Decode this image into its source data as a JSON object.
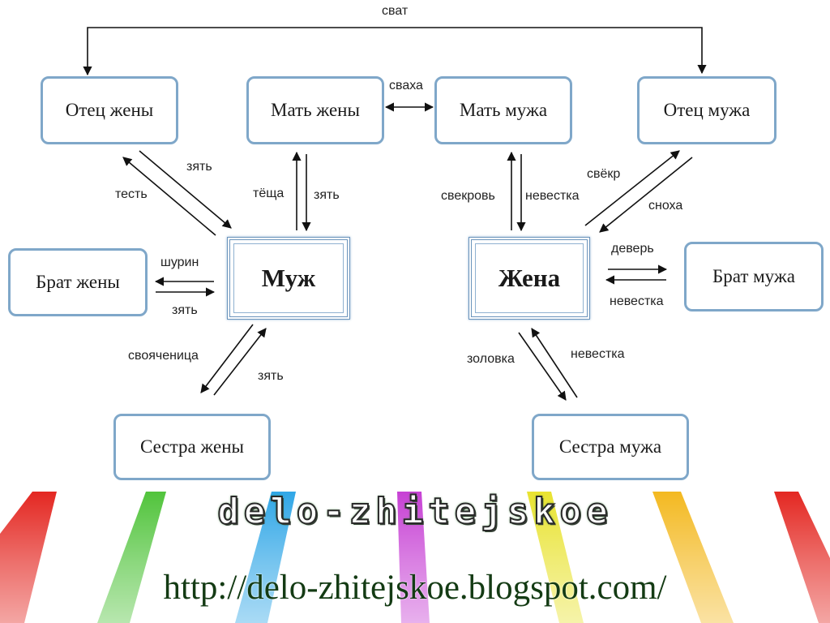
{
  "nodes": {
    "wife_father": "Отец жены",
    "wife_mother": "Мать жены",
    "husband_mother": "Мать мужа",
    "husband_father": "Отец мужа",
    "husband": "Муж",
    "wife": "Жена",
    "wife_brother": "Брат жены",
    "husband_brother": "Брат мужа",
    "wife_sister": "Сестра жены",
    "husband_sister": "Сестра мужа"
  },
  "edges": {
    "svat": "сват",
    "svakha": "сваха",
    "zyat_wf": "зять",
    "test": "тесть",
    "tyoshcha": "тёща",
    "zyat_wm": "зять",
    "svekrov": "свекровь",
    "nevestka_hm": "невестка",
    "svyokr": "свёкр",
    "snokha": "сноха",
    "shurin": "шурин",
    "zyat_wb": "зять",
    "dever": "деверь",
    "nevestka_hb": "невестка",
    "svoyachenitsa": "свояченица",
    "zyat_ws": "зять",
    "zolovka": "золовка",
    "nevestka_hs": "невестка"
  },
  "banner": {
    "logo": "delo-zhitejskoe",
    "url": "http://delo-zhitejskoe.blogspot.com/"
  }
}
